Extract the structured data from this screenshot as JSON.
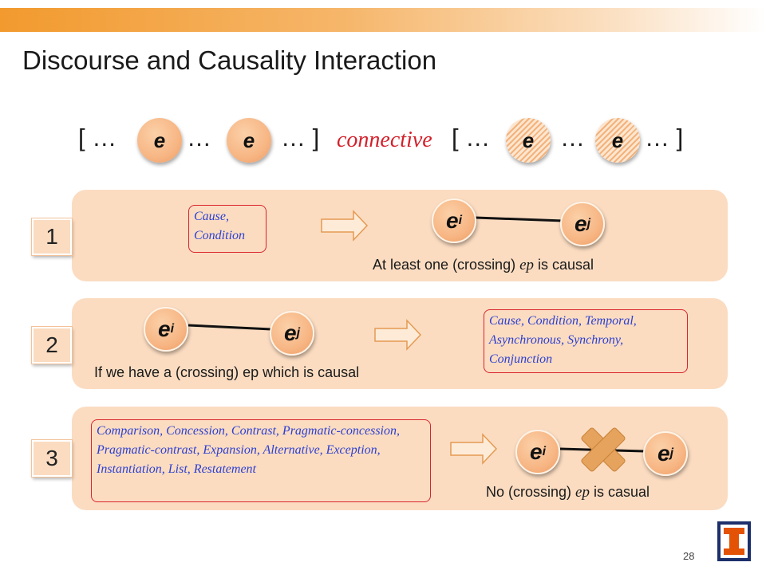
{
  "title": "Discourse and Causality Interaction",
  "sequence": {
    "open1": "[ …",
    "mid1": "…",
    "close1": "… ]",
    "connective": "connective",
    "open2": "[ …",
    "mid2": "…",
    "close2": "… ]",
    "event": "e"
  },
  "node_labels": {
    "e": "e",
    "i": "i",
    "j": "j"
  },
  "rules": [
    {
      "number": "1",
      "relations": "Cause, Condition",
      "caption_pre": "At least one (crossing) ",
      "caption_ep": "ep",
      "caption_post": " is causal"
    },
    {
      "number": "2",
      "relations": "Cause, Condition, Temporal, Asynchronous, Synchrony, Conjunction",
      "caption": "If we have a (crossing) ep which is causal"
    },
    {
      "number": "3",
      "relations": "Comparison, Concession, Contrast, Pragmatic-concession, Pragmatic-contrast, Expansion, Alternative, Exception, Instantiation, List, Restatement",
      "caption_pre": "No (crossing) ",
      "caption_ep": "ep",
      "caption_post": " is casual"
    }
  ],
  "page_number": "28",
  "colors": {
    "accent_orange": "#f29a2e",
    "panel_fill": "#fbdcc1",
    "connective_red": "#d4202a",
    "relation_blue": "#2c3fd1",
    "logo_blue": "#1c2f6b"
  }
}
